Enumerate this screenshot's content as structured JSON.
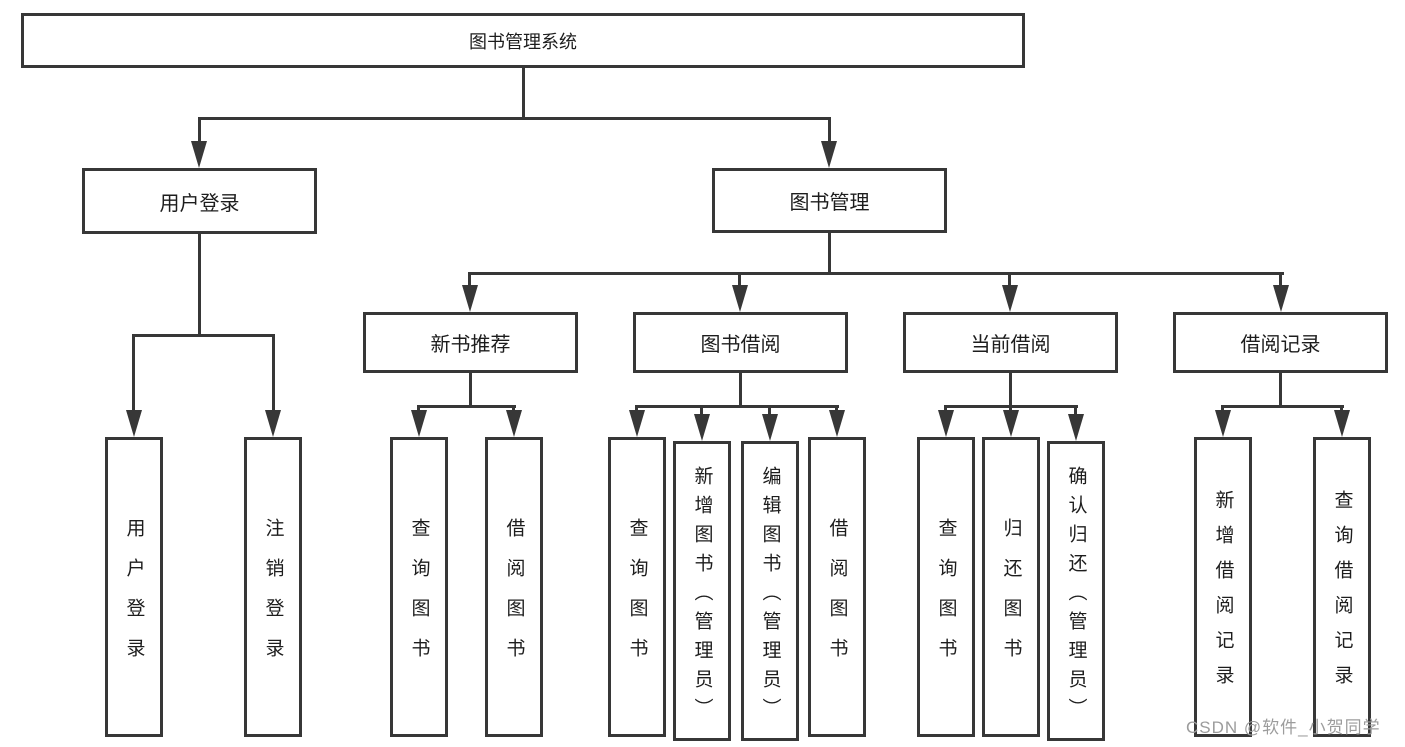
{
  "diagram": {
    "root": {
      "label": "图书管理系统"
    },
    "branches": {
      "user_login": {
        "label": "用户登录",
        "children": {
          "login": {
            "label": "用户登录"
          },
          "logout": {
            "label": "注销登录"
          }
        }
      },
      "book_mgmt": {
        "label": "图书管理",
        "groups": {
          "new_books": {
            "label": "新书推荐",
            "children": {
              "c1": {
                "label": "查询图书"
              },
              "c2": {
                "label": "借阅图书"
              }
            }
          },
          "book_borrow": {
            "label": "图书借阅",
            "children": {
              "c1": {
                "label": "查询图书"
              },
              "c2": {
                "label": "新增图书（管理员）"
              },
              "c3": {
                "label": "编辑图书（管理员）"
              },
              "c4": {
                "label": "借阅图书"
              }
            }
          },
          "current_borrow": {
            "label": "当前借阅",
            "children": {
              "c1": {
                "label": "查询图书"
              },
              "c2": {
                "label": "归还图书"
              },
              "c3": {
                "label": "确认归还（管理员）"
              }
            }
          },
          "borrow_records": {
            "label": "借阅记录",
            "children": {
              "c1": {
                "label": "新增借阅记录"
              },
              "c2": {
                "label": "查询借阅记录"
              }
            }
          }
        }
      }
    },
    "watermark": {
      "text": "CSDN @软件_小贺同学",
      "color": "#9c9c9c"
    },
    "colors": {
      "line": "#373737",
      "text": "#1d1d1d",
      "box_fill": "#ffffff",
      "background": "#ffffff"
    }
  }
}
